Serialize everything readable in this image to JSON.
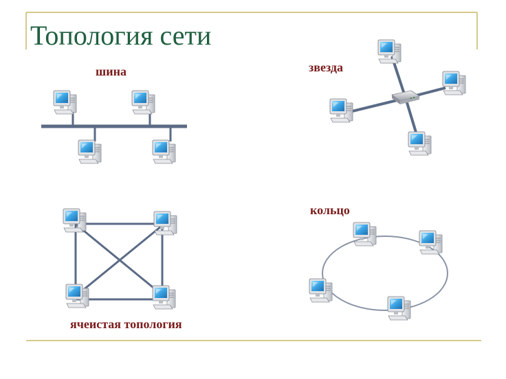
{
  "slide": {
    "title": "Топология сети"
  },
  "topologies": {
    "bus": {
      "label": "шина"
    },
    "star": {
      "label": "звезда"
    },
    "ring": {
      "label": "кольцо"
    },
    "mesh": {
      "label": "ячеистая топология"
    }
  },
  "colors": {
    "title": "#1f5f3f",
    "label": "#7a1a1a",
    "rule": "#d6c98a",
    "link": "#5b6b86",
    "ring": "#8a94a6",
    "screen": "#3aa3e3",
    "case": "#c9ccd2"
  },
  "icons": {
    "computer": "computer-icon",
    "hub": "network-hub-icon"
  }
}
